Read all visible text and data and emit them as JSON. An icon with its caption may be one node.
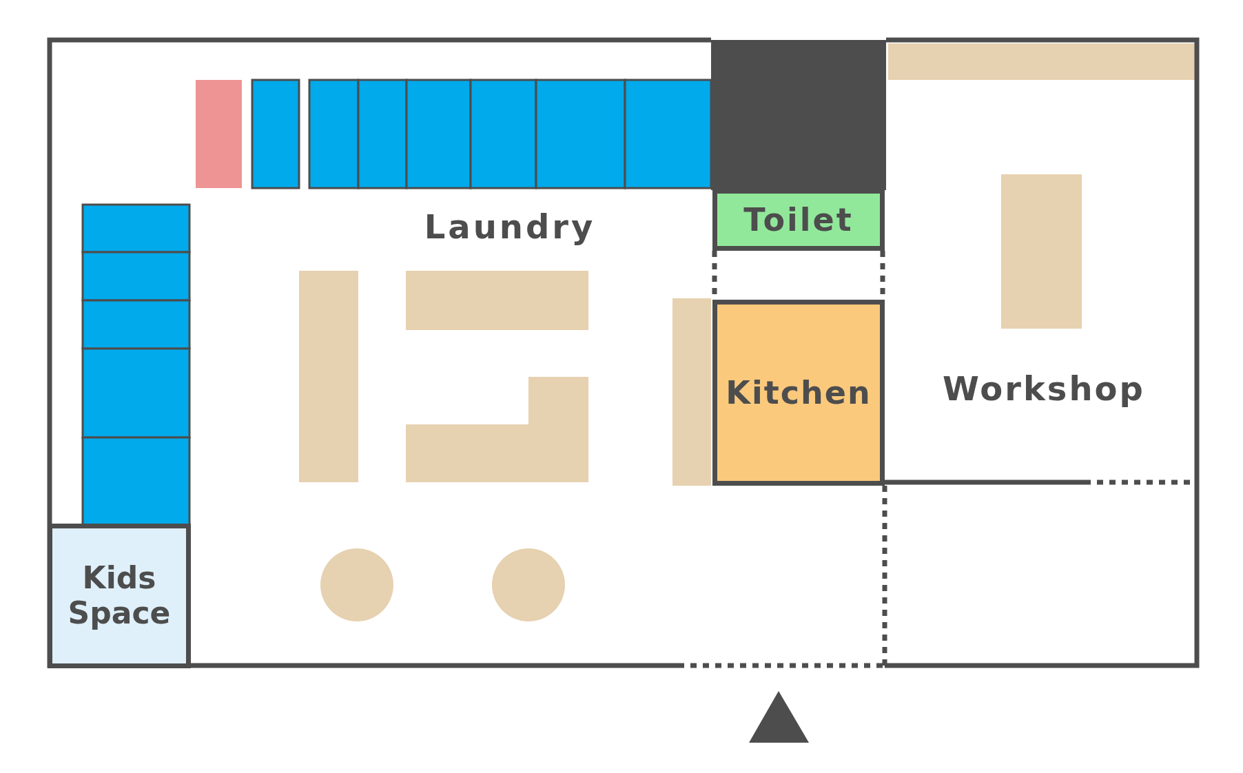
{
  "diagram": {
    "nodes": [
      {
        "text": [
          "Laundry"
        ]
      },
      {
        "text": [
          "Toilet"
        ]
      },
      {
        "text": [
          "Kitchen"
        ]
      },
      {
        "text": [
          "Workshop"
        ]
      },
      {
        "text": [
          "Kids Space"
        ]
      }
    ]
  }
}
